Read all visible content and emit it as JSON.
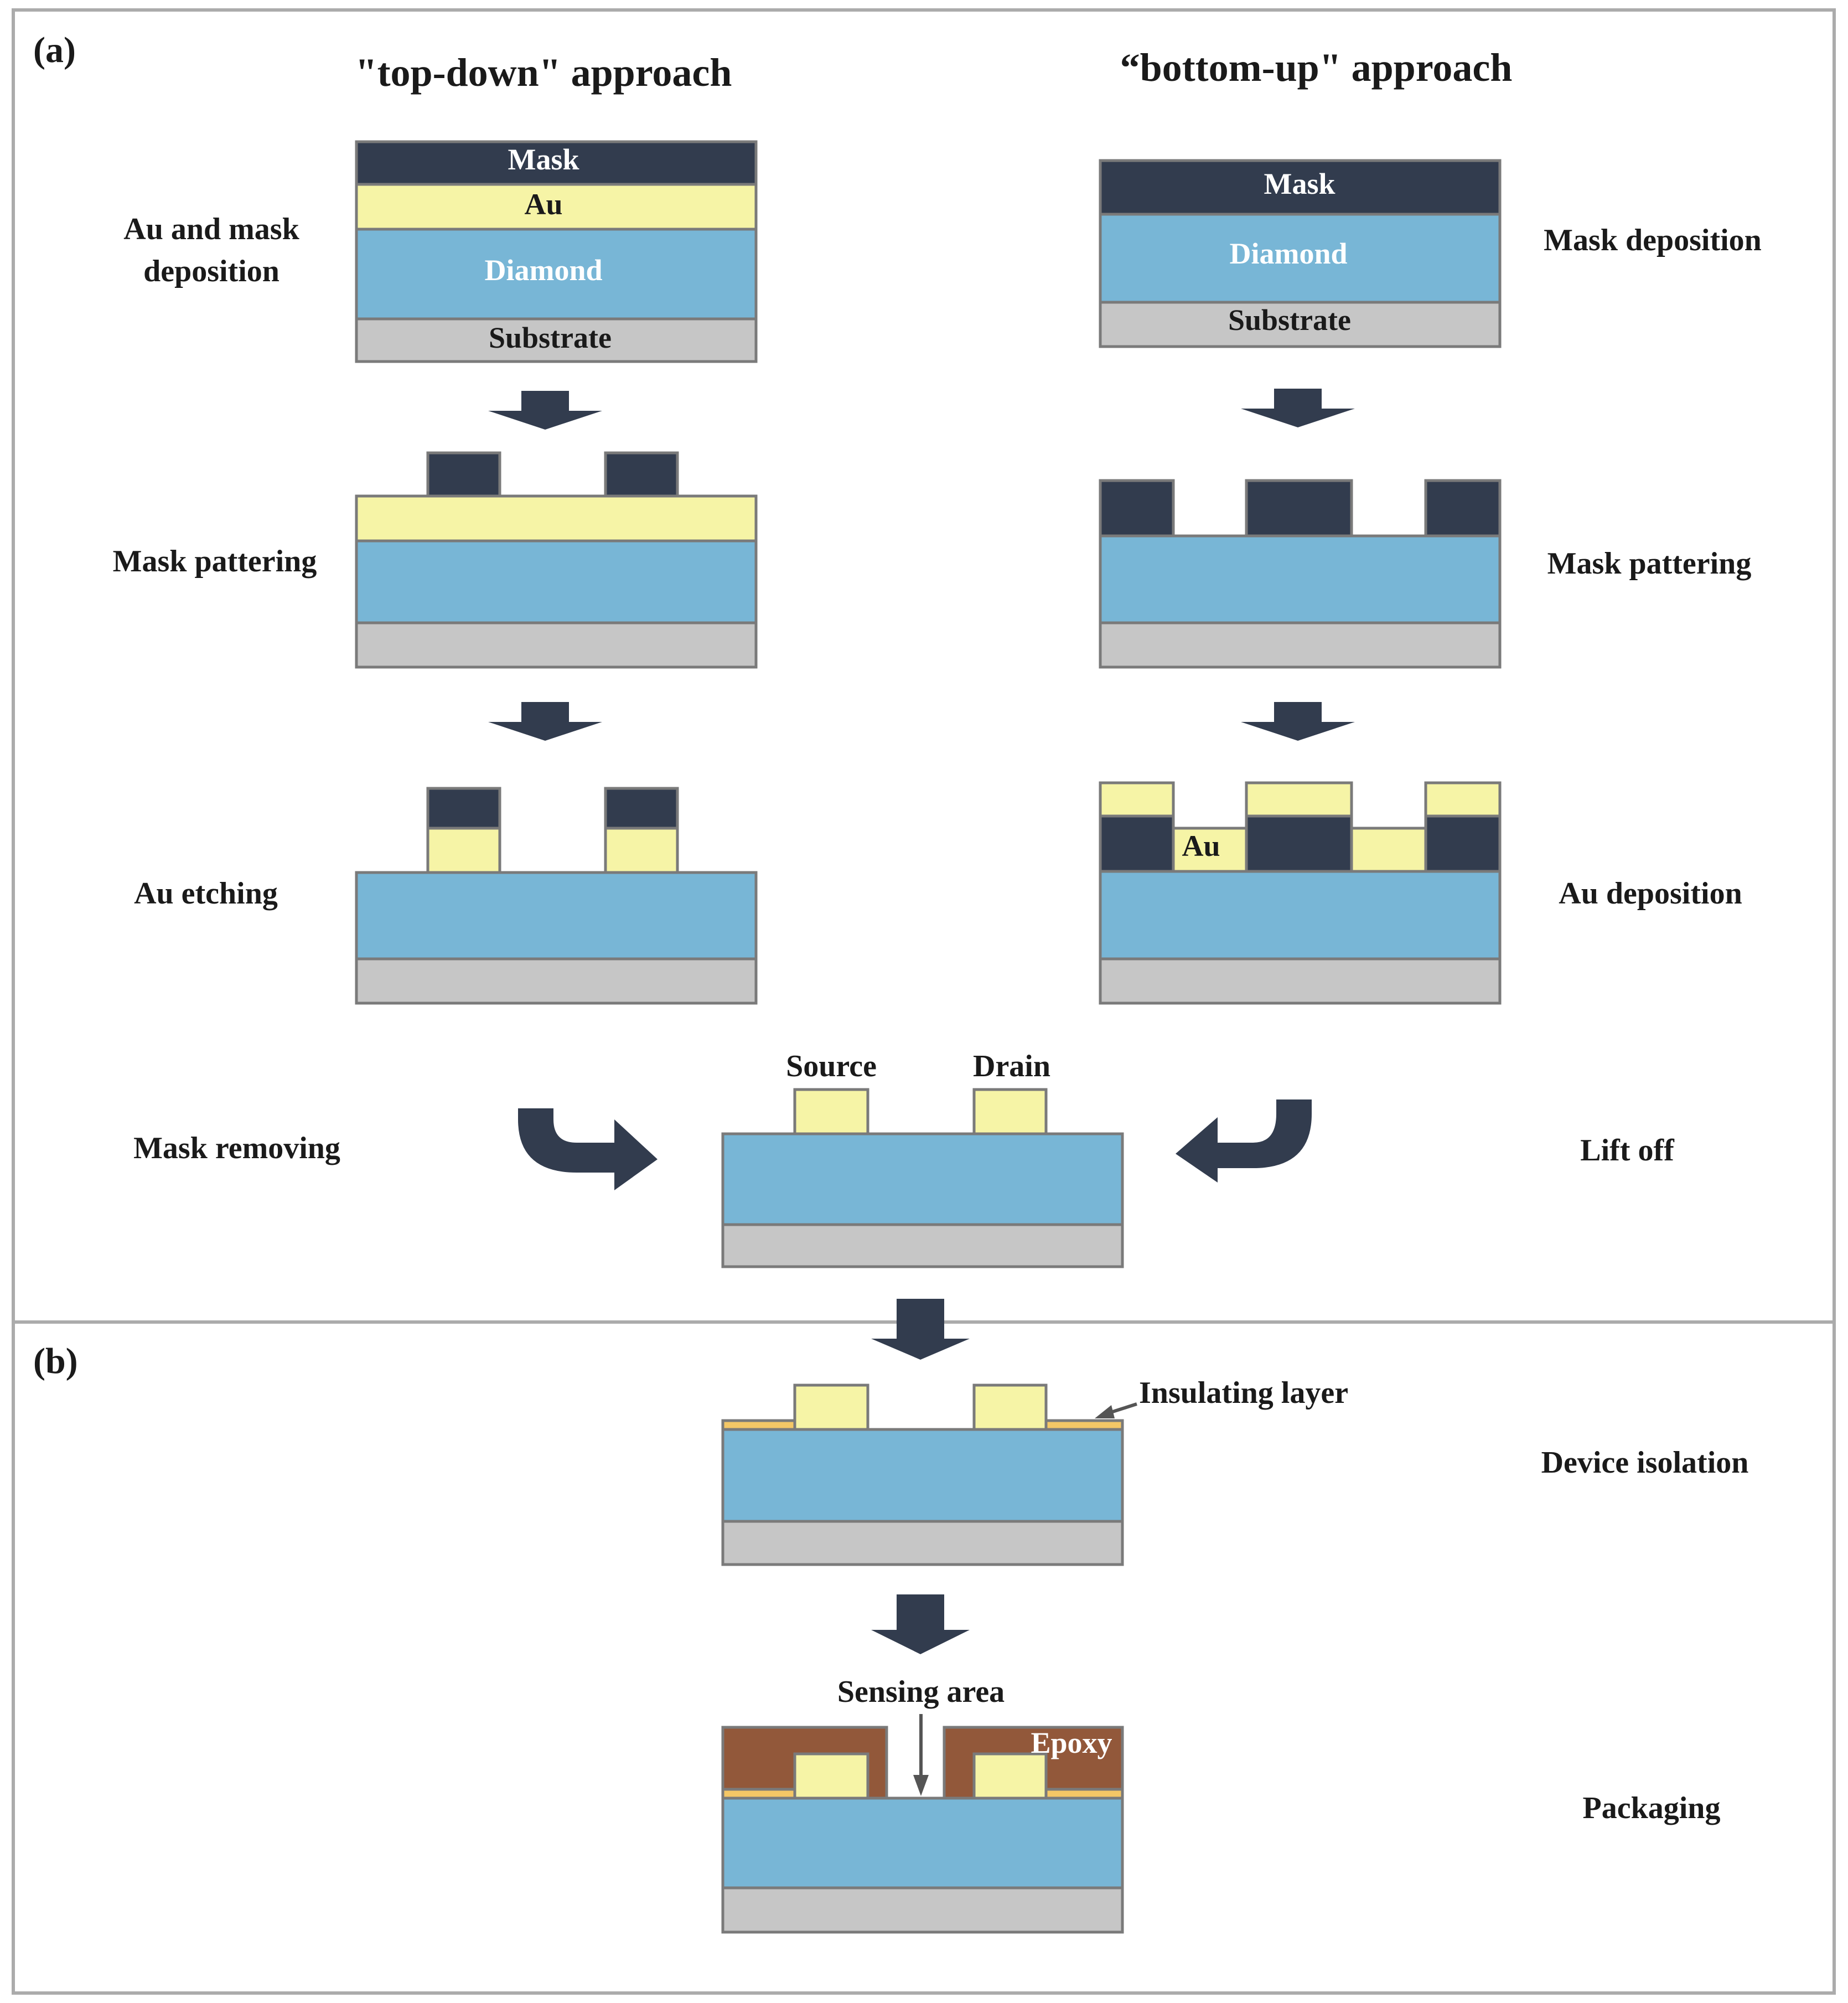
{
  "panels": {
    "a": "(a)",
    "b": "(b)"
  },
  "titles": {
    "top_down": "\"top-down\" approach",
    "bottom_up": "“bottom-up\" approach"
  },
  "layers": {
    "mask": "Mask",
    "au": "Au",
    "diamond": "Diamond",
    "substrate": "Substrate",
    "au_bu": "Au",
    "epoxy": "Epoxy"
  },
  "steps": {
    "td1": "Au and mask",
    "td1b": "deposition",
    "td2": "Mask pattering",
    "td3": "Au etching",
    "td4": "Mask removing",
    "bu1": "Mask deposition",
    "bu2": "Mask pattering",
    "bu3": "Au deposition",
    "bu4": "Lift off",
    "b1": "Device isolation",
    "b2": "Packaging"
  },
  "annotations": {
    "source": "Source",
    "drain": "Drain",
    "insulating": "Insulating layer",
    "sensing": "Sensing area"
  },
  "colors": {
    "mask": "#323c4e",
    "au": "#f6f4a6",
    "diamond": "#78b6d6",
    "substrate": "#c6c6c6",
    "epoxy": "#92583a",
    "insulator": "#f4c766",
    "border": "#7a7a7a",
    "frame": "#ababab"
  }
}
